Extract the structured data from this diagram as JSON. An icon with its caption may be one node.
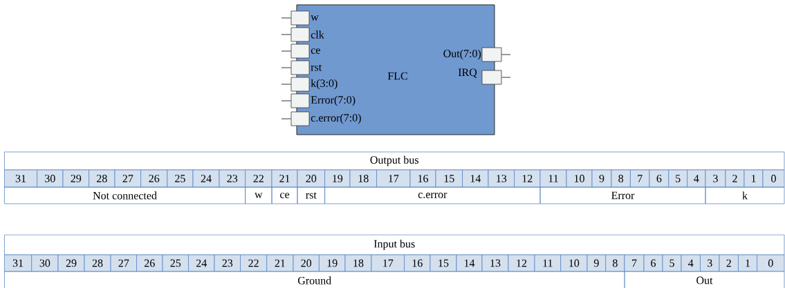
{
  "diagram": {
    "nodes": [
      {
        "text": [
          "FLC"
        ]
      },
      {
        "text": [],
        "shape": "box"
      },
      {
        "text": [],
        "shape": "box"
      },
      {
        "text": [],
        "shape": "box"
      },
      {
        "text": [],
        "shape": "box"
      },
      {
        "text": [],
        "shape": "box"
      },
      {
        "text": [],
        "shape": "box"
      },
      {
        "text": [],
        "shape": "box"
      },
      {
        "text": [],
        "shape": "box"
      },
      {
        "text": [],
        "shape": "box"
      }
    ],
    "edges": [
      {
        "from": null,
        "to": 1,
        "arrow": "none"
      },
      {
        "from": null,
        "to": 2,
        "arrow": "none"
      },
      {
        "from": null,
        "to": 3,
        "arrow": "none"
      },
      {
        "from": null,
        "to": 4,
        "arrow": "none"
      },
      {
        "from": null,
        "to": 5,
        "arrow": "none"
      },
      {
        "from": null,
        "to": 6,
        "arrow": "none"
      },
      {
        "from": null,
        "to": 7,
        "arrow": "none"
      },
      {
        "from": 8,
        "to": null,
        "arrow": "none"
      },
      {
        "from": 9,
        "to": null,
        "arrow": "none"
      }
    ],
    "labels": [
      "w",
      "clk",
      "ce",
      "rst",
      "k(3:0)",
      "Error(7:0)",
      "c.error(7:0)",
      "Out(7:0)",
      "IRQ",
      "Output bus",
      "31",
      "30",
      "29",
      "28",
      "27",
      "26",
      "25",
      "24",
      "23",
      "22",
      "21",
      "20",
      "19",
      "18",
      "17",
      "16",
      "15",
      "14",
      "13",
      "12",
      "11",
      "10",
      "9",
      "8",
      "7",
      "6",
      "5",
      "4",
      "3",
      "2",
      "1",
      "0",
      "Not connected",
      "w",
      "ce",
      "rst",
      "c.error",
      "Error",
      "k",
      "Input bus",
      "31",
      "30",
      "29",
      "28",
      "27",
      "26",
      "25",
      "24",
      "23",
      "22",
      "21",
      "20",
      "19",
      "18",
      "17",
      "16",
      "15",
      "14",
      "13",
      "12",
      "11",
      "10",
      "9",
      "8",
      "7",
      "6",
      "5",
      "4",
      "3",
      "2",
      "1",
      "0",
      "Ground",
      "Out"
    ]
  }
}
